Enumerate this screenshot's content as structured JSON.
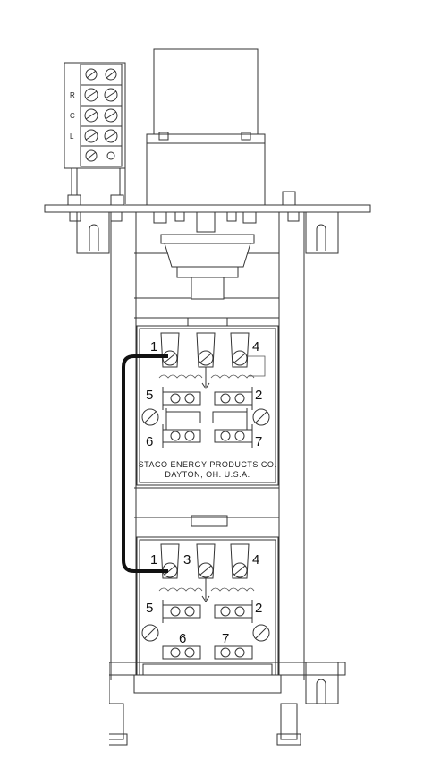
{
  "terminal_block": {
    "labels": [
      "R",
      "C",
      "L"
    ]
  },
  "upper_board": {
    "terminals": [
      "1",
      "4",
      "5",
      "2",
      "6",
      "7"
    ],
    "nameplate_line1": "STACO ENERGY PRODUCTS CO.",
    "nameplate_line2": "DAYTON, OH. U.S.A."
  },
  "lower_board": {
    "terminals": [
      "1",
      "3",
      "4",
      "5",
      "2",
      "6",
      "7"
    ]
  },
  "colors": {
    "line": "#333333",
    "jumper": "#111111",
    "background": "#ffffff"
  }
}
